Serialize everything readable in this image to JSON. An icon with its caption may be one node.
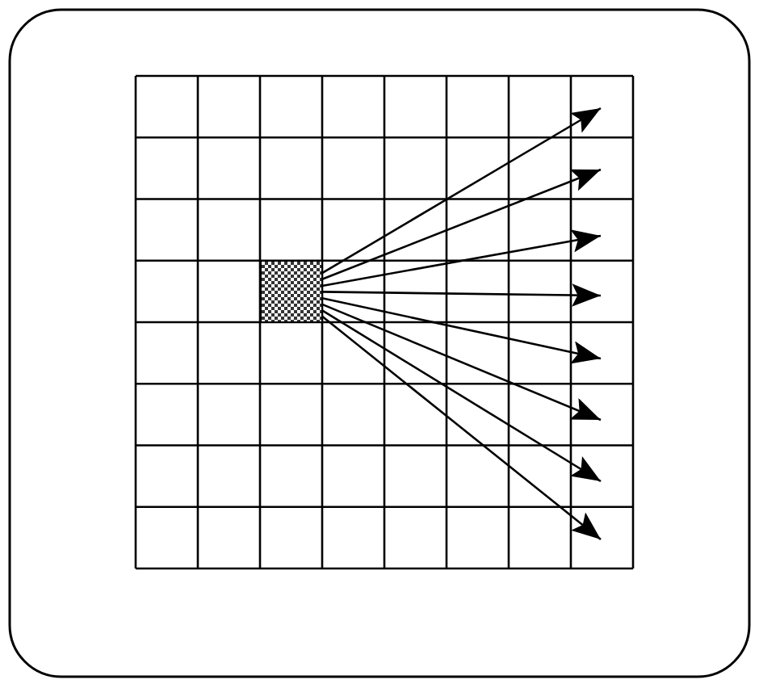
{
  "diagram": {
    "nodes": [
      {
        "text": [],
        "shape": "grid"
      },
      {
        "text": [],
        "shape": "box",
        "in": 0
      }
    ],
    "edges": [
      {
        "from": 1,
        "to": null,
        "arrow": "to"
      },
      {
        "from": 1,
        "to": null,
        "arrow": "to"
      },
      {
        "from": 1,
        "to": null,
        "arrow": "to"
      },
      {
        "from": 1,
        "to": null,
        "arrow": "to"
      },
      {
        "from": 1,
        "to": null,
        "arrow": "to"
      },
      {
        "from": 1,
        "to": null,
        "arrow": "to"
      },
      {
        "from": 1,
        "to": null,
        "arrow": "to"
      },
      {
        "from": 1,
        "to": null,
        "arrow": "to"
      }
    ]
  }
}
